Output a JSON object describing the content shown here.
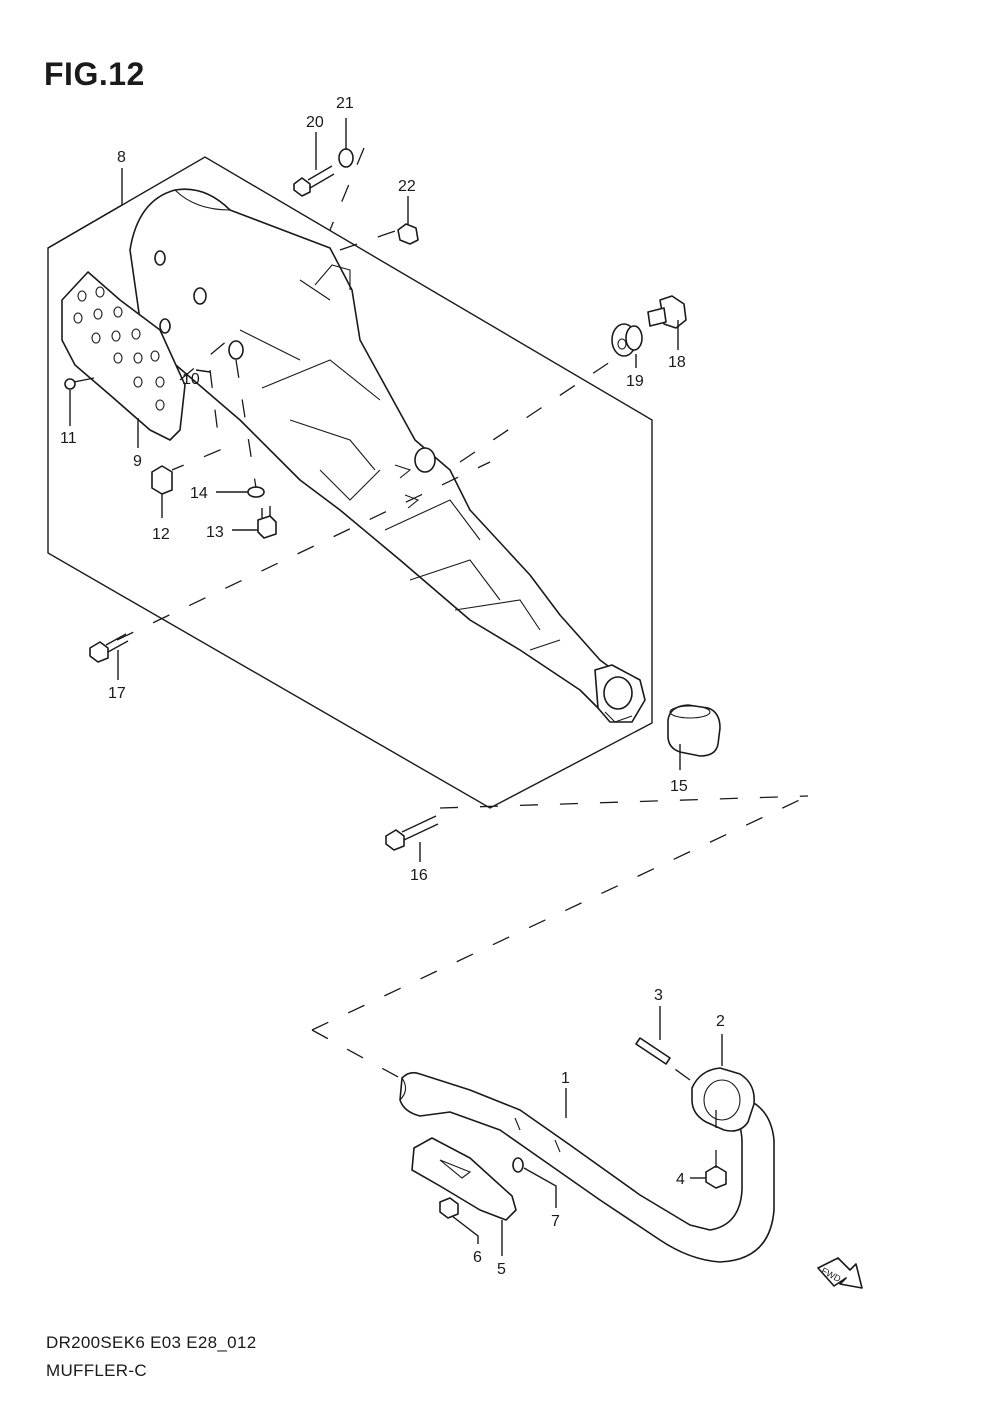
{
  "figure": {
    "title": "FIG.12"
  },
  "footer": {
    "model_code": "DR200SEK6 E03 E28_012",
    "part_name": "MUFFLER-C"
  },
  "fwd_label": "FWD",
  "callouts": [
    "1",
    "2",
    "3",
    "4",
    "5",
    "6",
    "7",
    "8",
    "9",
    "10",
    "11",
    "12",
    "13",
    "14",
    "15",
    "16",
    "17",
    "18",
    "19",
    "20",
    "21",
    "22"
  ]
}
